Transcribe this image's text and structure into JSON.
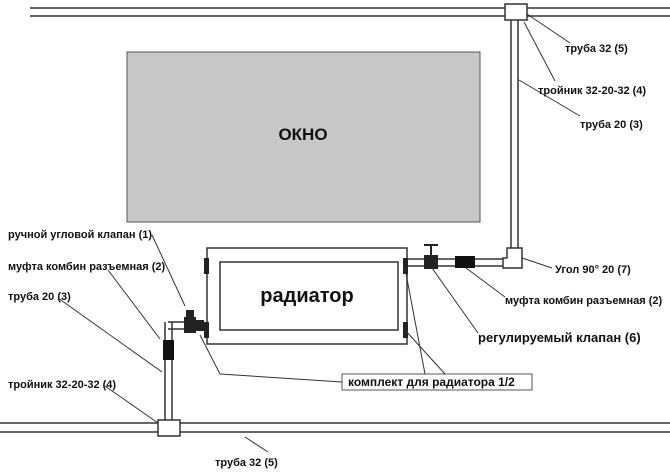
{
  "diagram": {
    "window_label": "ОКНО",
    "radiator_label": "радиатор",
    "labels": {
      "top_pipe": "труба 32 (5)",
      "top_tee": "тройник 32-20-32 (4)",
      "riser_pipe_top": "труба 20 (3)",
      "angle": "Угол 90° 20 (7)",
      "coupling_right": "муфта комбин разъемная (2)",
      "adjustable_valve": "регулируемый клапан (6)",
      "manual_valve": "ручной угловой клапан (1)",
      "coupling_left": "муфта комбин разъемная (2)",
      "riser_pipe_left": "труба 20 (3)",
      "bottom_tee": "тройник 32-20-32 (4)",
      "bottom_pipe": "труба 32 (5)",
      "kit": "комплект для радиатора 1/2"
    }
  }
}
